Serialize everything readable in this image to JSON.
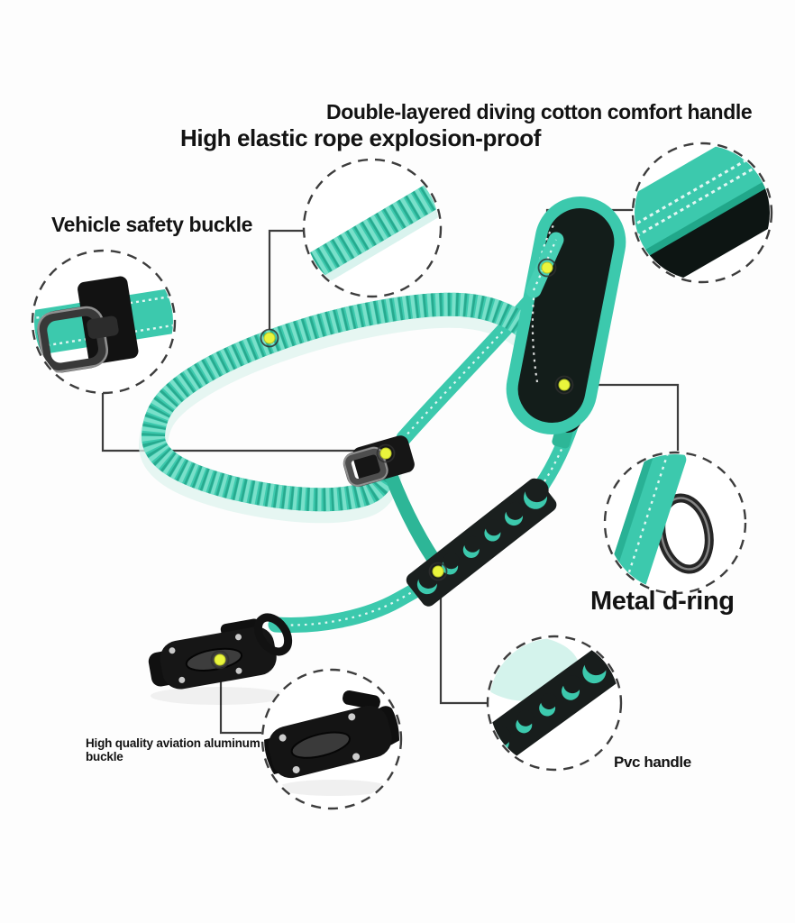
{
  "theme": {
    "background": "#fdfdfd",
    "teal": "#3cc9ad",
    "teal_light": "#7fe2cd",
    "teal_dark": "#2db697",
    "teal_deep": "#128c71",
    "black_part": "#131d1a",
    "marker_yellow": "#e9f53c",
    "line_color": "#3d3d3d",
    "text_color": "#131313",
    "stitch_white": "#ffffff"
  },
  "annotations": {
    "comfort_handle": {
      "label": "Double-layered diving cotton comfort handle"
    },
    "elastic_rope": {
      "label": "High elastic rope explosion-proof"
    },
    "vehicle_buckle": {
      "label": "Vehicle safety buckle"
    },
    "metal_dring": {
      "label": "Metal d-ring"
    },
    "aluminum_buckle": {
      "label": "High quality aviation aluminum buckle"
    },
    "pvc_handle": {
      "label": "Pvc handle"
    }
  }
}
